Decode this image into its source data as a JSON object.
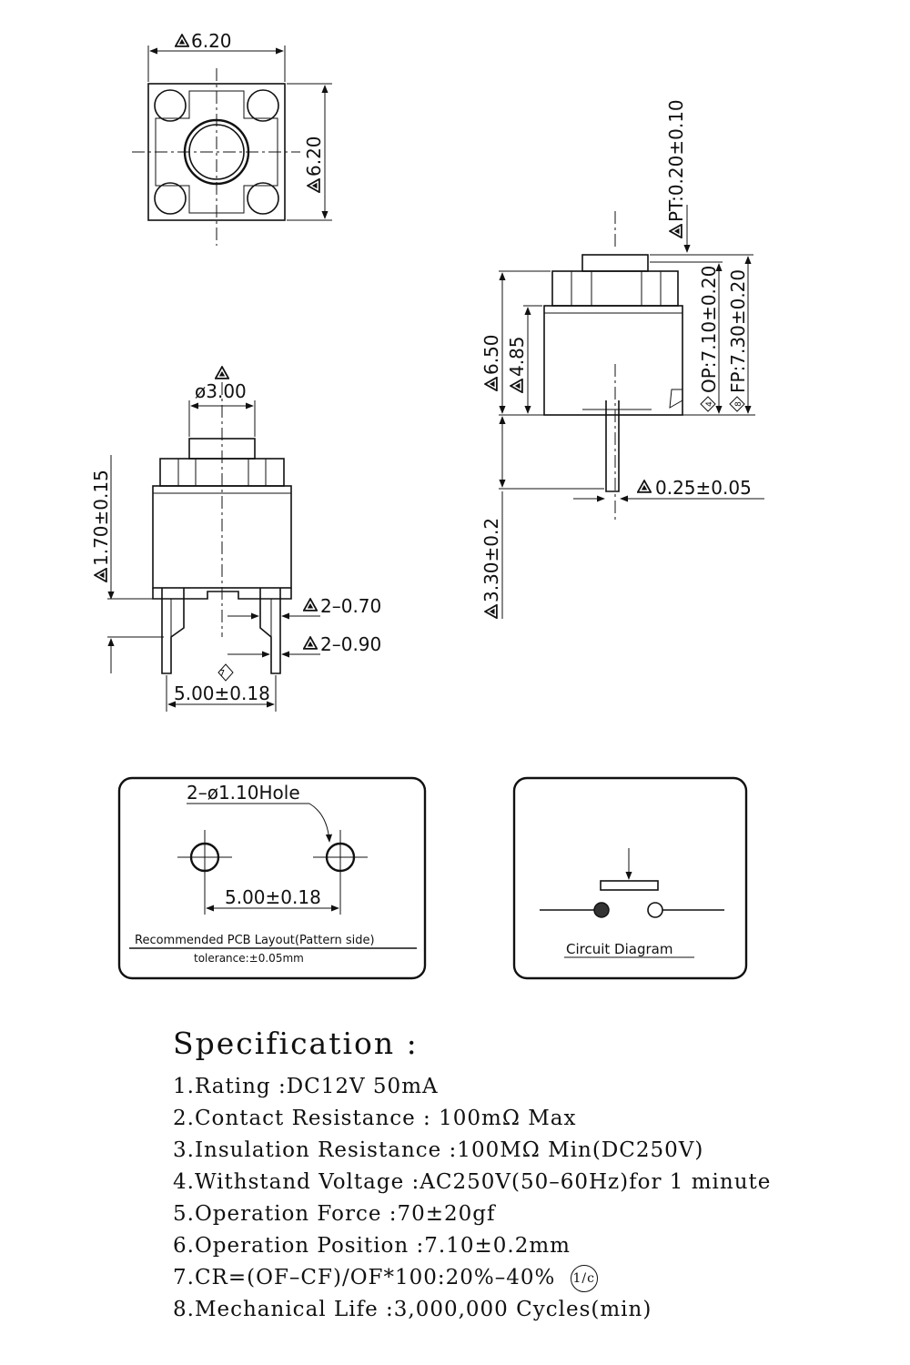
{
  "top_view": {
    "width": "6.20",
    "height": "6.20"
  },
  "front_view": {
    "stem_diameter": "ø3.00",
    "stem_height": "1.70±0.15",
    "pin_width_narrow": "2–0.70",
    "pin_width_wide": "2–0.90",
    "pin_pitch": "5.00±0.18",
    "pitch_note": "7"
  },
  "side_view": {
    "pretravel": "PT:0.20±0.10",
    "total_height": "6.50",
    "body_height": "4.85",
    "operating_position": "OP:7.10±0.20",
    "free_position": "FP:7.30±0.20",
    "pin_length": "3.30±0.2",
    "pin_thickness": "0.25±0.05",
    "op_note": "4",
    "fp_note": "8"
  },
  "pcb_layout": {
    "hole_label": "2–ø1.10Hole",
    "pitch": "5.00±0.18",
    "caption": "Recommended PCB Layout(Pattern side)",
    "tolerance": "tolerance:±0.05mm"
  },
  "circuit": {
    "caption": "Circuit Diagram"
  },
  "specification": {
    "title": "Specification :",
    "items": [
      "1.Rating :DC12V   50mA",
      "2.Contact Resistance : 100mΩ Max",
      "3.Insulation Resistance :100MΩ Min(DC250V)",
      "4.Withstand Voltage :AC250V(50–60Hz)for 1 minute",
      "5.Operation Force :70±20gf",
      "6.Operation Position :7.10±0.2mm",
      "7.CR=(OF–CF)/OF*100:20%–40%",
      "8.Mechanical Life :3,000,000 Cycles(min)"
    ],
    "cr_note": "1/c"
  }
}
